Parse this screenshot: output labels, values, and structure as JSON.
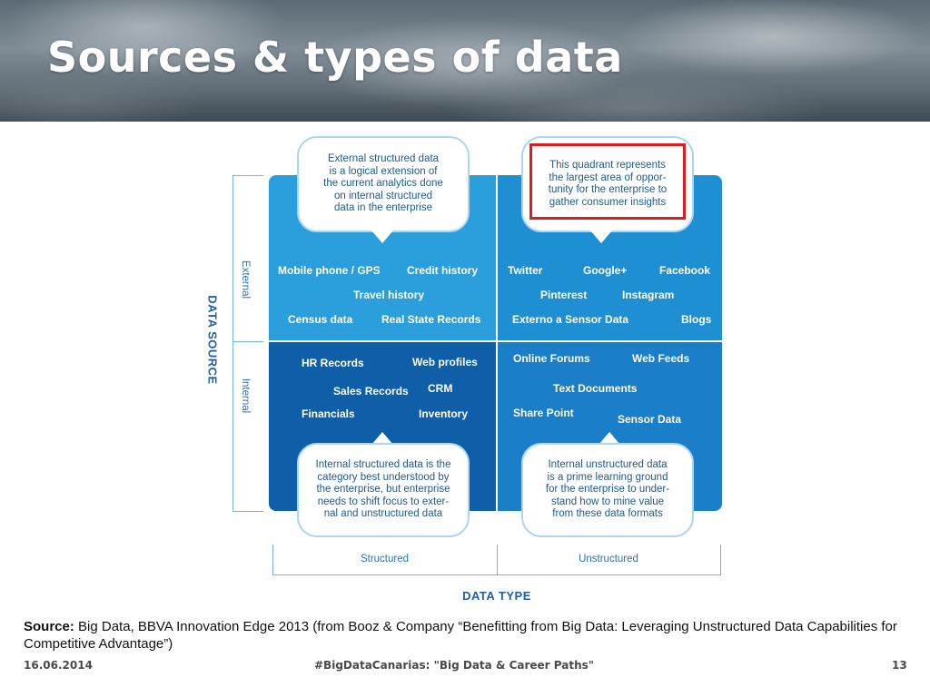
{
  "slide": {
    "title": "Sources & types of data"
  },
  "diagram": {
    "bubbles": {
      "top_left": [
        "External structured data",
        "is a logical extension of",
        "the current analytics done",
        "on internal structured",
        "data in the enterprise"
      ],
      "top_right": [
        "This quadrant represents",
        "the largest area of oppor-",
        "tunity for the enterprise to",
        "gather consumer insights"
      ],
      "bottom_left": [
        "Internal structured data is the",
        "category best understood by",
        "the enterprise, but enterprise",
        "needs to shift focus to exter-",
        "nal and unstructured data"
      ],
      "bottom_right": [
        "Internal unstructured data",
        "is a prime learning ground",
        "for the enterprise to under-",
        "stand how to mine value",
        "from these data formats"
      ]
    },
    "labels": {
      "external_structured": [
        "Mobile phone / GPS",
        "Credit history",
        "Travel history",
        "Census data",
        "Real State Records"
      ],
      "external_unstructured": [
        "Twitter",
        "Google+",
        "Facebook",
        "Pinterest",
        "Instagram",
        "Externo a Sensor Data",
        "Blogs"
      ],
      "internal_structured": [
        "HR Records",
        "Web profiles",
        "Sales Records",
        "CRM",
        "Financials",
        "Inventory"
      ],
      "internal_unstructured": [
        "Online Forums",
        "Web Feeds",
        "Text Documents",
        "Share Point",
        "Sensor Data"
      ]
    },
    "axes": {
      "y_title": "DATA SOURCE",
      "y_external": "External",
      "y_internal": "Internal",
      "x_title": "DATA TYPE",
      "x_structured": "Structured",
      "x_unstructured": "Unstructured"
    },
    "colors": {
      "external_structured": "#2a9fdc",
      "external_unstructured": "#1f8fd4",
      "internal_structured": "#0f5ea8",
      "internal_unstructured": "#1a7fc8",
      "highlight": "#e01b1b"
    }
  },
  "source": {
    "label": "Source:",
    "text": " Big Data, BBVA Innovation Edge 2013 (from Booz & Company “Benefitting from Big Data: Leveraging Unstructured Data Capabilities for Competitive Advantage”)"
  },
  "footer": {
    "date": "16.06.2014",
    "hashtag": "#BigDataCanarias: \"Big Data & Career Paths\"",
    "page": "13"
  }
}
